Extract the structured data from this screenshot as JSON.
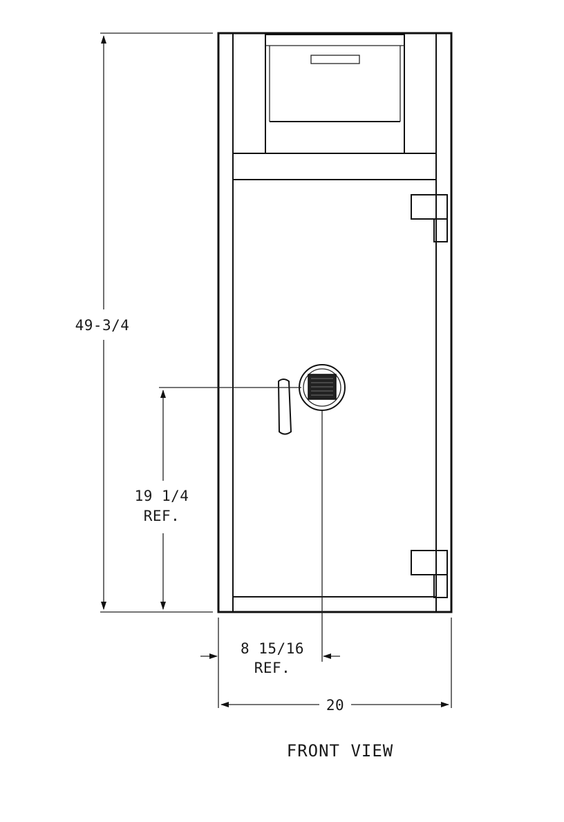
{
  "dimensions": {
    "overall_height": "49-3/4",
    "handle_height_value": "19 1/4",
    "handle_height_ref": "REF.",
    "dial_offset_value": "8 15/16",
    "dial_offset_ref": "REF.",
    "overall_width": "20"
  },
  "view_label": "FRONT VIEW"
}
